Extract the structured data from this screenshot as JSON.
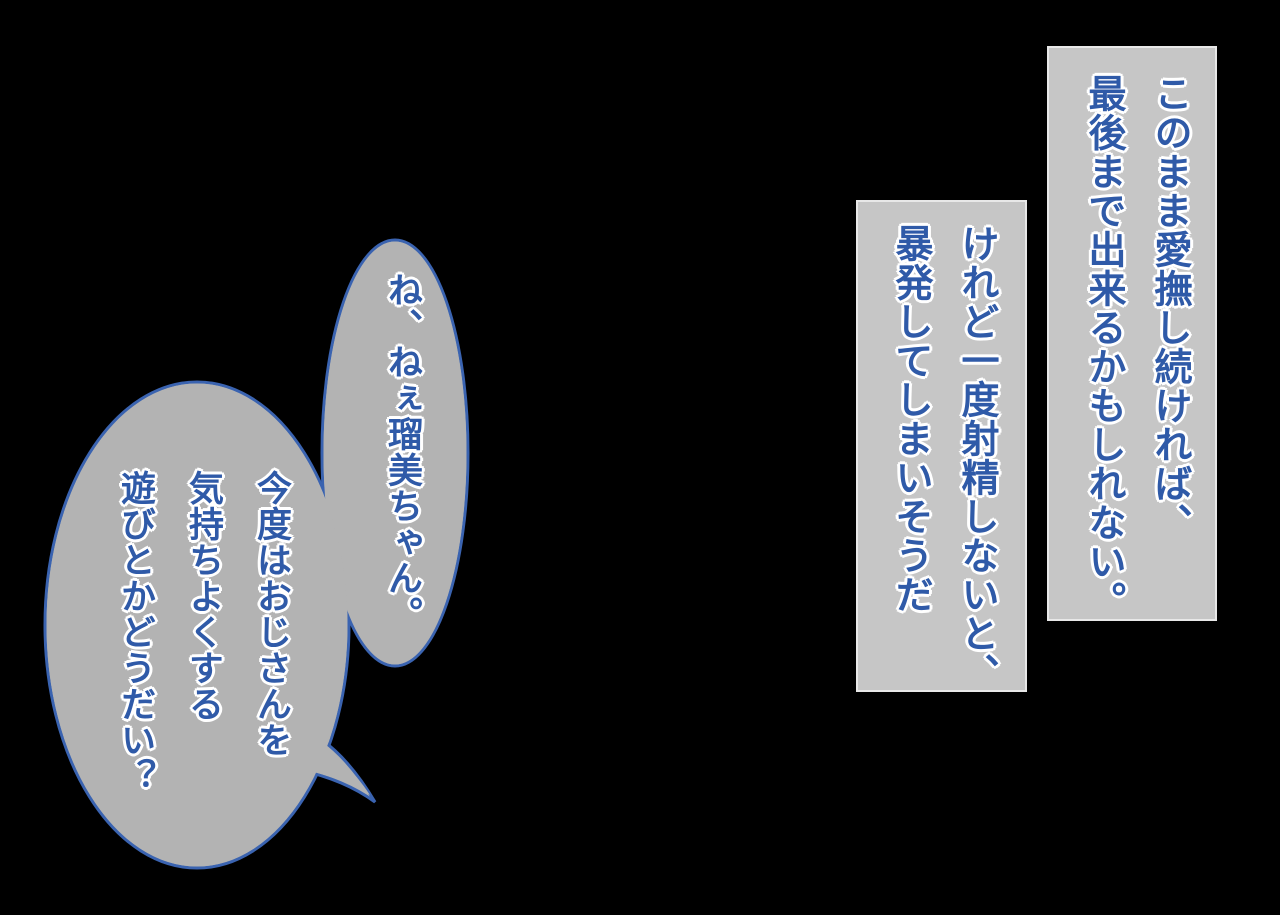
{
  "narration_boxes": [
    {
      "lines": [
        "このまま愛撫し続ければ、",
        "最後まで出来るかもしれない。"
      ]
    },
    {
      "lines": [
        "けれど一度射精しないと、",
        "暴発してしまいそうだ"
      ]
    }
  ],
  "speech_bubbles": [
    {
      "lines": [
        "ね、ねぇ瑠美ちゃん。"
      ]
    },
    {
      "lines": [
        "今度はおじさんを",
        "気持ちよくする",
        "遊びとかどうだい？"
      ]
    }
  ],
  "colors": {
    "text": "#2f5aa8",
    "bubble_fill": "#b3b3b3",
    "bubble_stroke": "#3a63b0",
    "box_fill": "#c6c6c6"
  }
}
